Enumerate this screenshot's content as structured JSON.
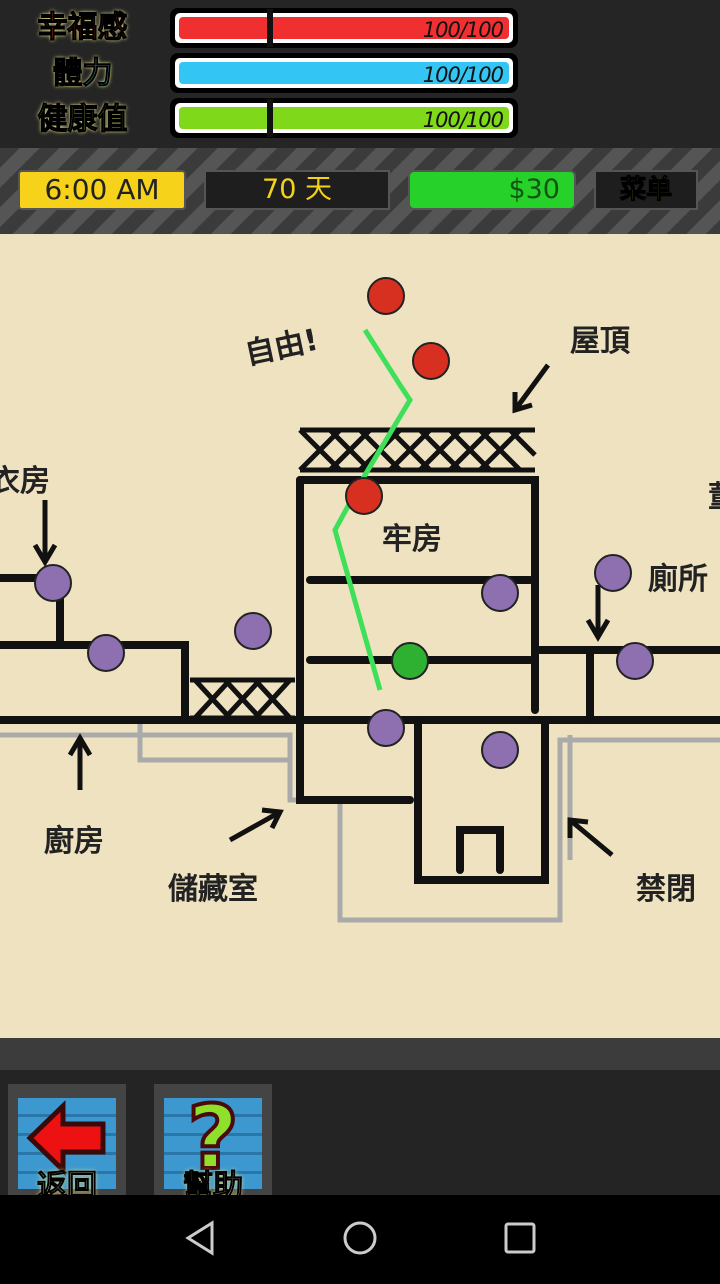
{
  "stats": [
    {
      "label": "幸福感",
      "value": "100/100",
      "color": "#f03030",
      "label_color": "#e8421c"
    },
    {
      "label": "體力",
      "value": "100/100",
      "color": "#33c6f4",
      "label_color": "#39bde8"
    },
    {
      "label": "健康值",
      "value": "100/100",
      "color": "#7fd81a",
      "label_color": "#8fc93a"
    }
  ],
  "hud": {
    "time": "6:00 AM",
    "days": "70 天",
    "money": "$30",
    "menu": "菜单"
  },
  "map": {
    "labels": {
      "freedom": "自由!",
      "roof": "屋頂",
      "laundry": "衣房",
      "cell": "牢房",
      "toilet": "廁所",
      "kitchen": "廚房",
      "storage": "儲藏室",
      "solitary": "禁閉",
      "edge": "董"
    }
  },
  "buttons": {
    "back": "返回",
    "help": "幫助"
  }
}
